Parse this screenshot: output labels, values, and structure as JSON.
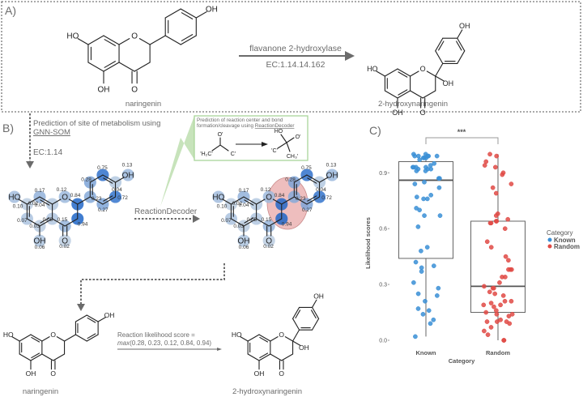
{
  "panel_a": {
    "label": "A)",
    "enzyme": "flavanone 2-hydroxylase",
    "ec": "EC:1.14.14.162",
    "substrate_name": "naringenin",
    "product_name": "2-hydroxynaringenin"
  },
  "panel_b": {
    "label": "B)",
    "gnn_text": "Prediction of site of metabolism using",
    "gnn_link": "GNN-SOM",
    "ec": "EC:1.14",
    "rd_label": "ReactionDecoder",
    "inset": {
      "line1": "Prediction of reaction center and bond",
      "line2": "formation/cleavage using",
      "link": "ReactionDecoder",
      "reactant_atoms": [
        "O'",
        "'H₂C'",
        "C'"
      ],
      "product_atoms": [
        "HO",
        "O'",
        "'C'",
        "CH₃'"
      ]
    },
    "scores": {
      "O7": "0.10",
      "C7": "0.02",
      "C8": "0.17",
      "C8a": "0.04",
      "O1": "0.12",
      "C2": "0.84",
      "C3": "0.94",
      "C4": "0.15",
      "O4": "0.02",
      "C4a": "0.05",
      "C5": "0.03",
      "O5": "0.06",
      "C6": "0.07",
      "C1p": "0.23",
      "C2p": "0.28",
      "C3p": "0.75",
      "C4p": "0.04",
      "O4p": "0.13",
      "C5p": "0.72",
      "C6p": "0.27"
    },
    "score_text": "Reaction likelihood score =",
    "score_fn": "max",
    "score_args": "(0.28, 0.23, 0.12, 0.84, 0.94)",
    "substrate_name": "naringenin",
    "product_name": "2-hydroxynaringenin"
  },
  "atom_labels": {
    "O7": "HO",
    "O5": "OH",
    "O1": "O",
    "O4": "O",
    "O4p": "OH",
    "O2": "OH"
  },
  "panel_c": {
    "label": "C)"
  },
  "chart_data": {
    "type": "box+strip",
    "title": "",
    "xlabel": "Category",
    "ylabel": "Likelihood scores",
    "categories": [
      "Known",
      "Random"
    ],
    "yticks": [
      "0.0",
      "0.3",
      "0.6",
      "0.9"
    ],
    "ylim": [
      -0.03,
      1.05
    ],
    "grid": false,
    "significance": "***",
    "legend": {
      "title": "Category",
      "position": "right",
      "entries": [
        "Known",
        "Random"
      ]
    },
    "boxes": [
      {
        "name": "Known",
        "whisker_low": 0.02,
        "q1": 0.44,
        "median": 0.86,
        "q3": 0.96,
        "whisker_high": 1.0
      },
      {
        "name": "Random",
        "whisker_low": 0.0,
        "q1": 0.15,
        "median": 0.29,
        "q3": 0.64,
        "whisker_high": 1.0
      }
    ],
    "series": [
      {
        "name": "Known",
        "values": [
          1.0,
          0.99,
          0.99,
          0.99,
          0.98,
          0.98,
          1.0,
          0.99,
          0.99,
          0.98,
          0.97,
          0.95,
          0.94,
          0.93,
          0.93,
          0.92,
          0.92,
          0.93,
          0.92,
          0.91,
          0.91,
          0.93,
          0.87,
          0.87,
          0.84,
          0.85,
          0.82,
          0.77,
          0.76,
          0.76,
          0.78,
          0.7,
          0.71,
          0.67,
          0.67,
          0.61,
          0.5,
          0.48,
          0.42,
          0.4,
          0.39,
          0.37,
          0.31,
          0.28,
          0.25,
          0.24,
          0.21,
          0.17,
          0.16,
          0.14,
          0.11,
          0.09,
          0.02
        ]
      },
      {
        "name": "Random",
        "values": [
          1.0,
          0.99,
          0.96,
          0.94,
          0.93,
          0.9,
          0.89,
          0.84,
          0.82,
          0.79,
          0.68,
          0.67,
          0.65,
          0.64,
          0.64,
          0.63,
          0.63,
          0.6,
          0.53,
          0.5,
          0.45,
          0.43,
          0.38,
          0.38,
          0.38,
          0.34,
          0.34,
          0.31,
          0.29,
          0.28,
          0.28,
          0.26,
          0.25,
          0.24,
          0.21,
          0.2,
          0.21,
          0.19,
          0.18,
          0.19,
          0.16,
          0.15,
          0.14,
          0.14,
          0.13,
          0.11,
          0.1,
          0.1,
          0.1,
          0.09,
          0.07,
          0.05,
          0.03,
          0.0,
          0.0
        ]
      }
    ]
  },
  "colors": {
    "known": "#3a8fd6",
    "random": "#e04a45",
    "score_high": "#1f66c8",
    "score_low": "#c8d4e2",
    "reaction_center": "#e8a8a8",
    "inset_green": "#a9d59a",
    "text_gray": "#6b6b6b"
  }
}
